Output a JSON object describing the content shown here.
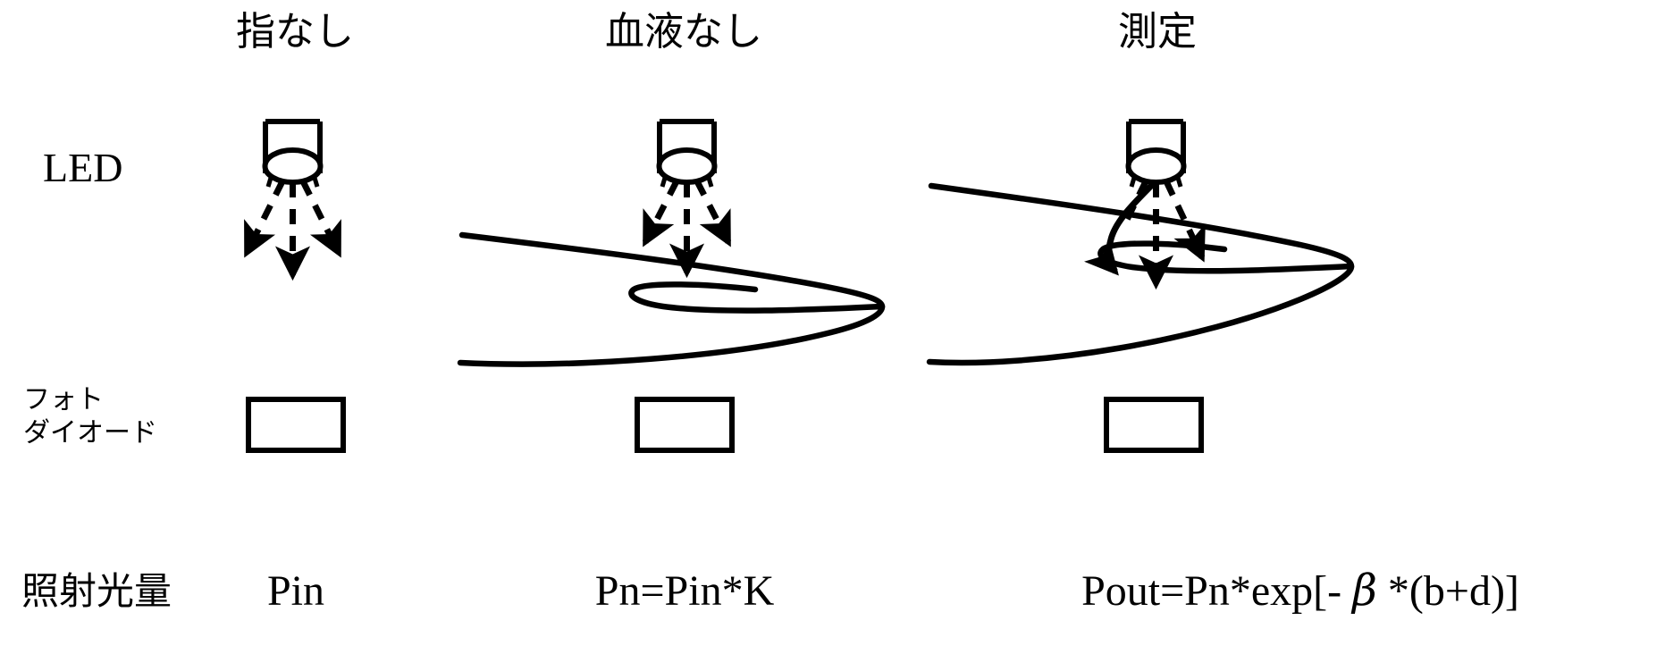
{
  "figure": {
    "title_row_labels": [
      "LED",
      "フォト\nダイオード",
      "照射光量"
    ],
    "columns": [
      {
        "header": "指なし",
        "formula_prefix": "Pin",
        "formula_beta": "",
        "formula_suffix": ""
      },
      {
        "header": "血液なし",
        "formula_prefix": "Pn=Pin*K",
        "formula_beta": "",
        "formula_suffix": ""
      },
      {
        "header": "測定",
        "formula_prefix": "Pout=Pn*exp[- ",
        "formula_beta": "β",
        "formula_suffix": " *(b+d)]"
      }
    ]
  },
  "row_labels": {
    "led": "LED",
    "photodiode_line1": "フォト",
    "photodiode_line2": "ダイオード",
    "light_quantity": "照射光量"
  },
  "headers": {
    "col1": "指なし",
    "col2": "血液なし",
    "col3": "測定"
  },
  "formulas": {
    "col1": "Pin",
    "col2": "Pn=Pin*K",
    "col3_prefix": "Pout=Pn*exp[- ",
    "col3_beta": "β",
    "col3_suffix": " *(b+d)]"
  },
  "elements": {
    "led_icon_name": "led-emitter-icon",
    "photodiode_icon_name": "photodiode-rectangle-icon",
    "finger_icon_name": "finger-outline-icon",
    "light_ray_icon_name": "dashed-light-ray-arrow",
    "reflection_icon_name": "curved-reflection-arrow"
  },
  "colors": {
    "stroke": "#000000",
    "background": "#ffffff"
  }
}
